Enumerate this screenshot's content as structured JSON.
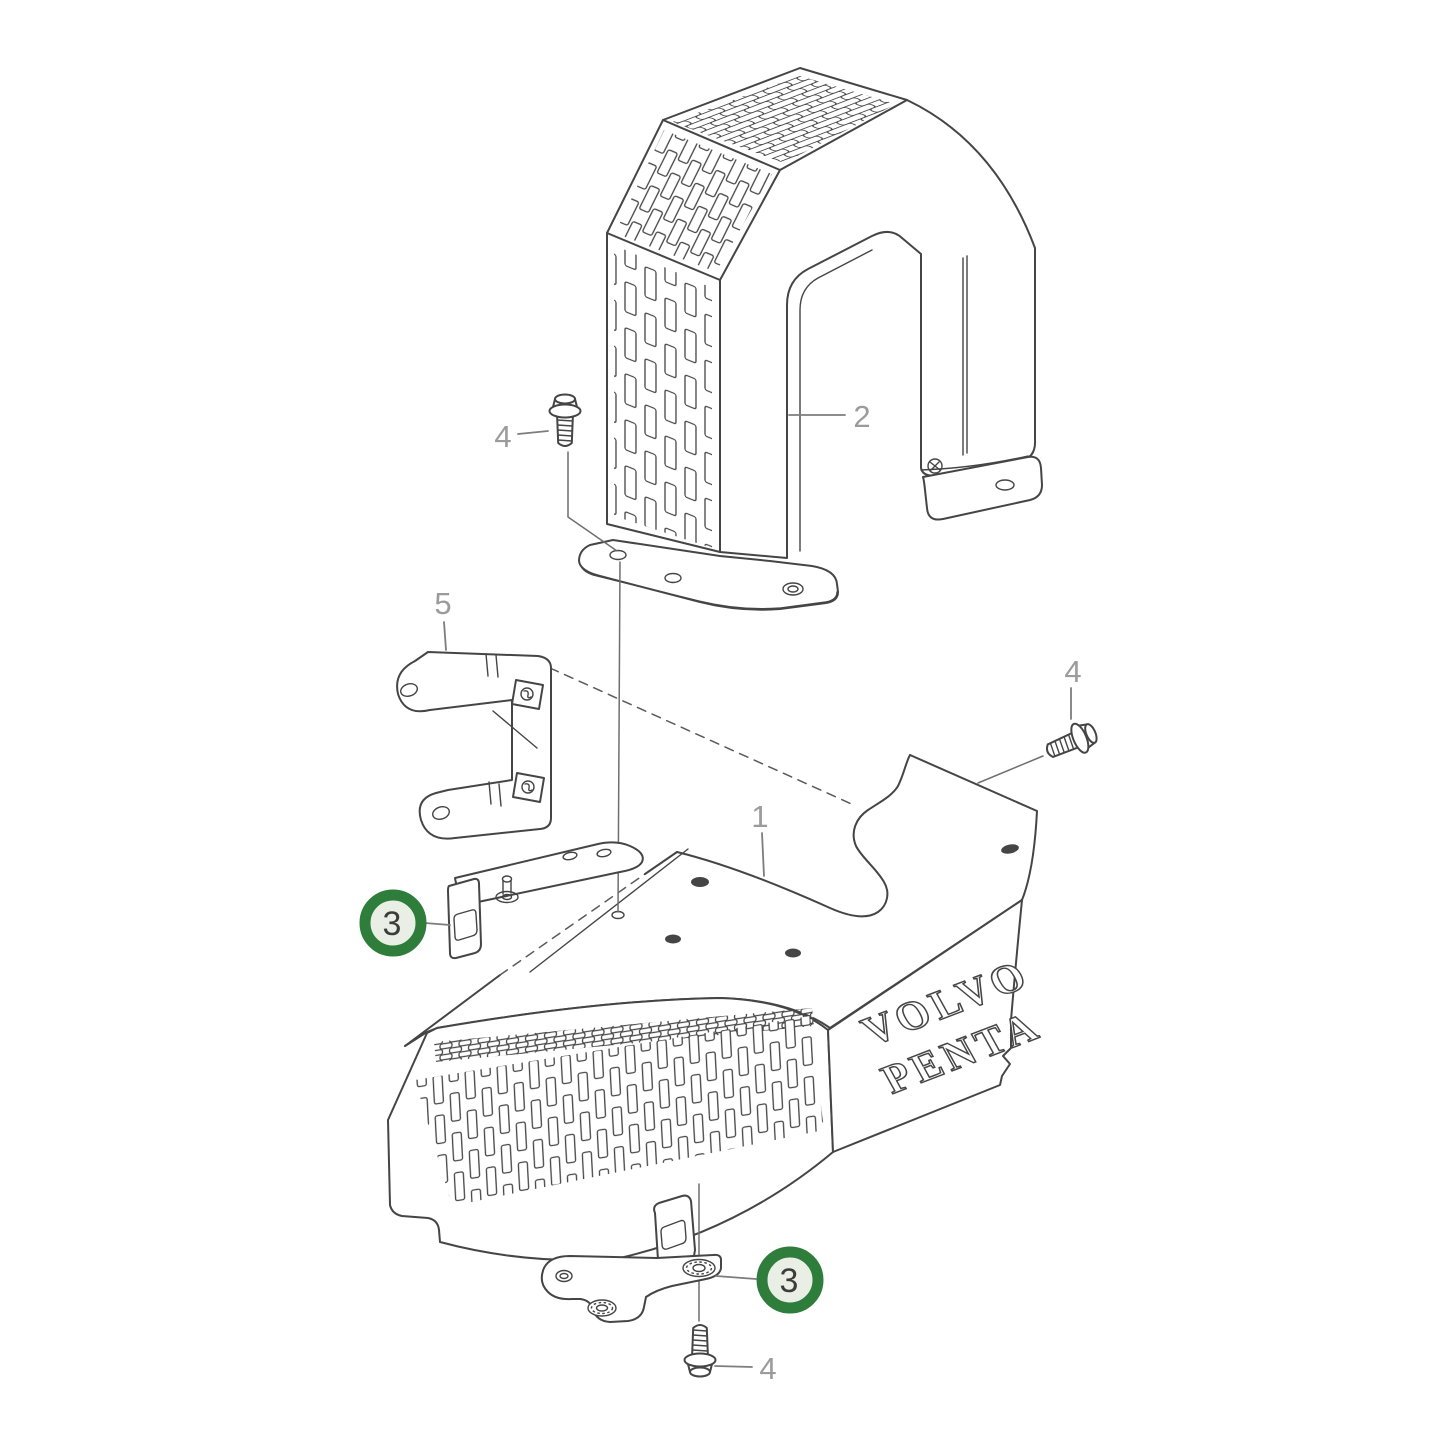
{
  "page": {
    "background_color": "#ffffff"
  },
  "diagram": {
    "type": "exploded-parts-diagram",
    "subject": "Volvo Penta engine protection cover assembly",
    "brand_plate": {
      "line1": "VOLVO",
      "line2": "PENTA"
    },
    "colors": {
      "line": "#454545",
      "label_text": "#9b9b9b",
      "leader_line": "#7d7d7d",
      "highlight_ring": "#2e7d3b",
      "highlight_fill": "#e9efe4",
      "highlight_text": "#3c3c3c"
    },
    "callouts": {
      "part1": {
        "label": "1",
        "highlighted": false
      },
      "part2": {
        "label": "2",
        "highlighted": false
      },
      "part3_left": {
        "label": "3",
        "highlighted": true
      },
      "part3_right": {
        "label": "3",
        "highlighted": true
      },
      "part4_top": {
        "label": "4",
        "highlighted": false
      },
      "part4_right": {
        "label": "4",
        "highlighted": false
      },
      "part4_bottom": {
        "label": "4",
        "highlighted": false
      },
      "part5": {
        "label": "5",
        "highlighted": false
      }
    }
  }
}
